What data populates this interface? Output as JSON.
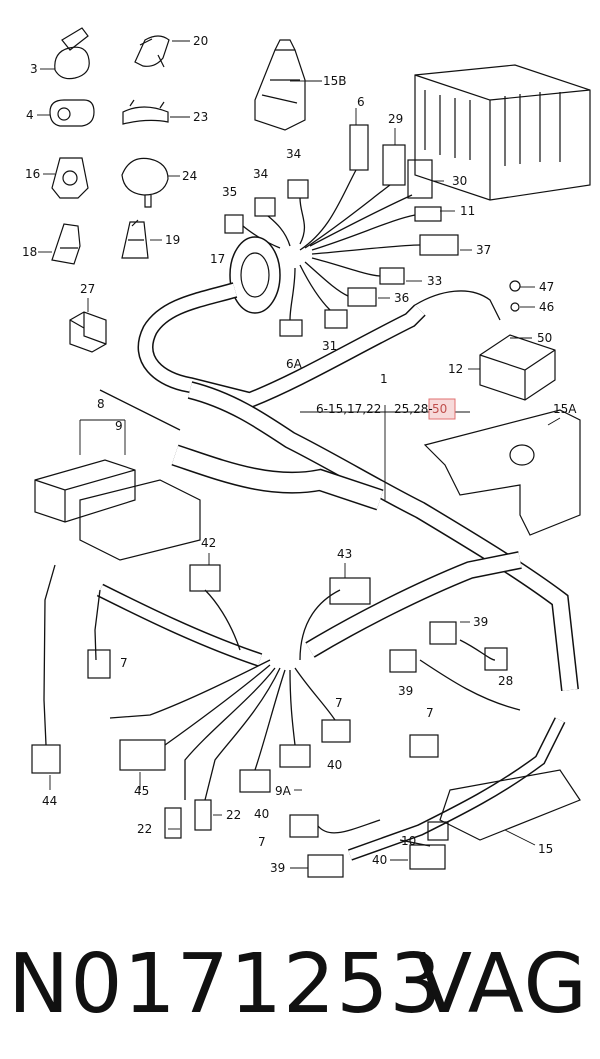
{
  "diagram": {
    "callouts": [
      {
        "id": "c3",
        "text": "3"
      },
      {
        "id": "c20",
        "text": "20"
      },
      {
        "id": "c15b",
        "text": "15B"
      },
      {
        "id": "c4",
        "text": "4"
      },
      {
        "id": "c23",
        "text": "23"
      },
      {
        "id": "c6",
        "text": "6"
      },
      {
        "id": "c29",
        "text": "29"
      },
      {
        "id": "c16",
        "text": "16"
      },
      {
        "id": "c24",
        "text": "24"
      },
      {
        "id": "c34a",
        "text": "34"
      },
      {
        "id": "c34b",
        "text": "34"
      },
      {
        "id": "c30",
        "text": "30"
      },
      {
        "id": "c35",
        "text": "35"
      },
      {
        "id": "c11",
        "text": "11"
      },
      {
        "id": "c18",
        "text": "18"
      },
      {
        "id": "c19",
        "text": "19"
      },
      {
        "id": "c37",
        "text": "37"
      },
      {
        "id": "c17",
        "text": "17"
      },
      {
        "id": "c33",
        "text": "33"
      },
      {
        "id": "c47",
        "text": "47"
      },
      {
        "id": "c27",
        "text": "27"
      },
      {
        "id": "c46",
        "text": "46"
      },
      {
        "id": "c36",
        "text": "36"
      },
      {
        "id": "c50",
        "text": "50"
      },
      {
        "id": "c31",
        "text": "31"
      },
      {
        "id": "c6a",
        "text": "6A"
      },
      {
        "id": "c12",
        "text": "12"
      },
      {
        "id": "c1",
        "text": "1"
      },
      {
        "id": "c8",
        "text": "8"
      },
      {
        "id": "c15a",
        "text": "15A"
      },
      {
        "id": "c9",
        "text": "9"
      },
      {
        "id": "c42",
        "text": "42"
      },
      {
        "id": "c43",
        "text": "43"
      },
      {
        "id": "c7a",
        "text": "7"
      },
      {
        "id": "c39a",
        "text": "39"
      },
      {
        "id": "c28",
        "text": "28"
      },
      {
        "id": "c39b",
        "text": "39"
      },
      {
        "id": "c7b",
        "text": "7"
      },
      {
        "id": "c7c",
        "text": "7"
      },
      {
        "id": "c44",
        "text": "44"
      },
      {
        "id": "c45",
        "text": "45"
      },
      {
        "id": "c40a",
        "text": "40"
      },
      {
        "id": "c9a",
        "text": "9A"
      },
      {
        "id": "c22a",
        "text": "22"
      },
      {
        "id": "c22b",
        "text": "22"
      },
      {
        "id": "c40b",
        "text": "40"
      },
      {
        "id": "c7d",
        "text": "7"
      },
      {
        "id": "c10",
        "text": "10"
      },
      {
        "id": "c15",
        "text": "15"
      },
      {
        "id": "c39c",
        "text": "39"
      },
      {
        "id": "c40c",
        "text": "40"
      }
    ],
    "range_label": {
      "part1": "6-15,17,22",
      "part2": "25,28-",
      "highlight": "50"
    }
  },
  "caption": {
    "part_number": "N0171253",
    "brand": "VAG"
  },
  "colors": {
    "line": "#111111",
    "highlight_fill": "#f7dada",
    "highlight_stroke": "#e07070"
  }
}
